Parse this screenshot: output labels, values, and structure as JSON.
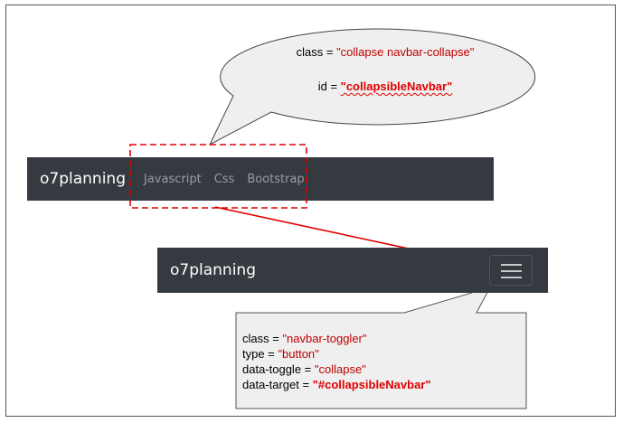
{
  "callout_top": {
    "class_label": "class = ",
    "class_value": "\"collapse navbar-collapse\"",
    "id_label": "id = ",
    "id_value": "\"collapsibleNavbar\""
  },
  "navbar_expanded": {
    "brand": "o7planning",
    "links": [
      "Javascript",
      "Css",
      "Bootstrap"
    ]
  },
  "navbar_collapsed": {
    "brand": "o7planning",
    "toggler_icon": "hamburger-icon"
  },
  "callout_bottom": {
    "class_label": "class = ",
    "class_value": "\"navbar-toggler\"",
    "type_label": "type = ",
    "type_value": "\"button\"",
    "toggle_label": "data-toggle = ",
    "toggle_value": "\"collapse\"",
    "target_label": "data-target = ",
    "target_value": "\"#collapsibleNavbar\""
  },
  "colors": {
    "navbar_bg": "#343a40",
    "highlight_red": "#e00000",
    "string_red": "#c00000",
    "callout_fill": "#efefef"
  }
}
